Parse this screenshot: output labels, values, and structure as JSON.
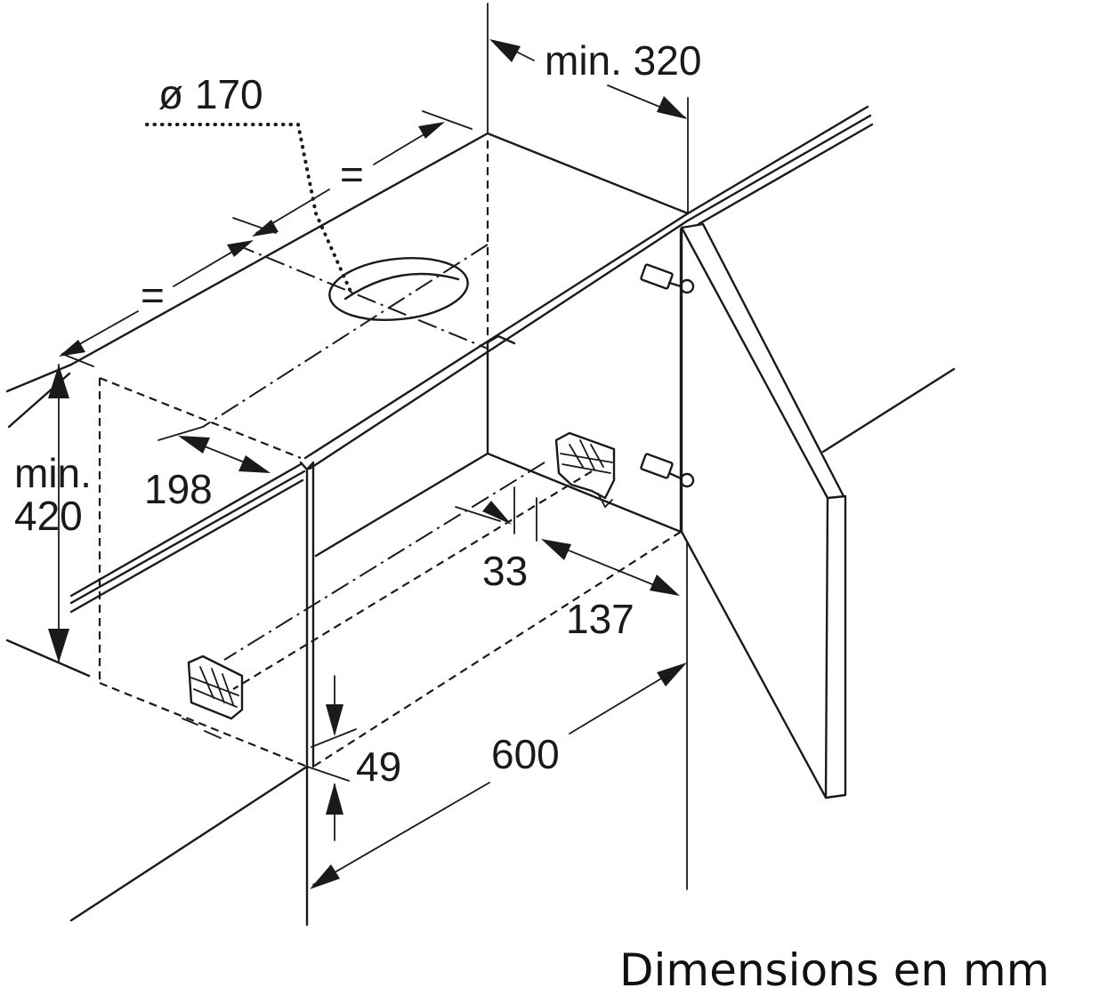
{
  "dimensions": {
    "min_320": "min. 320",
    "dia_170": "ø 170",
    "eq_top": "=",
    "eq_left": "=",
    "min_label": "min.",
    "v420": "420",
    "d198": "198",
    "d33": "33",
    "d137": "137",
    "d49": "49",
    "d600": "600"
  },
  "caption": "Dimensions en mm"
}
